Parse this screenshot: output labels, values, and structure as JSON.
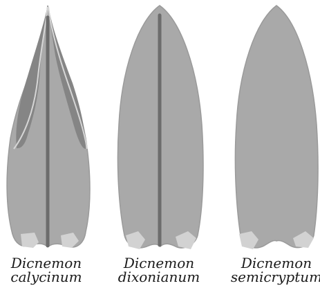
{
  "figure": {
    "colors": {
      "blade": "#a9a9a9",
      "outline": "#9a9a9a",
      "midrib": "#6c6c6c",
      "dark_lamina": "#858585",
      "fold_line": "#d6d6d6",
      "base_cells": "#d2d2d2"
    },
    "species": [
      {
        "genus": "Dicnemon",
        "epithet": "calycinum",
        "midrib": true,
        "folded_lamina": true
      },
      {
        "genus": "Dicnemon",
        "epithet": "dixonianum",
        "midrib": true,
        "folded_lamina": false
      },
      {
        "genus": "Dicnemon",
        "epithet": "semicryptum",
        "midrib": false,
        "folded_lamina": false
      }
    ]
  }
}
